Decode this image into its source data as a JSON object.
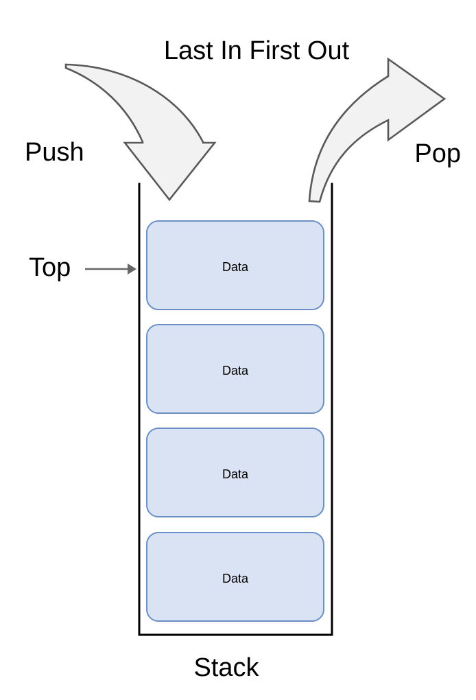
{
  "diagram": {
    "title": "Last In First Out",
    "caption": "Stack",
    "labels": {
      "push": "Push",
      "pop": "Pop",
      "top": "Top"
    },
    "colors": {
      "cell_fill": "#dae3f3",
      "cell_stroke": "#6b8fc4",
      "arrow_fill": "#f2f2f2",
      "arrow_stroke": "#595959",
      "wall_stroke": "#000000",
      "pointer": "#666666",
      "text": "#000000",
      "background": "#ffffff"
    },
    "cells": [
      {
        "label": "Data",
        "index": 0,
        "position": "top"
      },
      {
        "label": "Data",
        "index": 1,
        "position": "middle"
      },
      {
        "label": "Data",
        "index": 2,
        "position": "middle"
      },
      {
        "label": "Data",
        "index": 3,
        "position": "bottom"
      }
    ],
    "icons": {
      "push_arrow": "curved-down-arrow-icon",
      "pop_arrow": "curved-right-arrow-icon",
      "top_pointer": "right-arrow-icon"
    }
  }
}
